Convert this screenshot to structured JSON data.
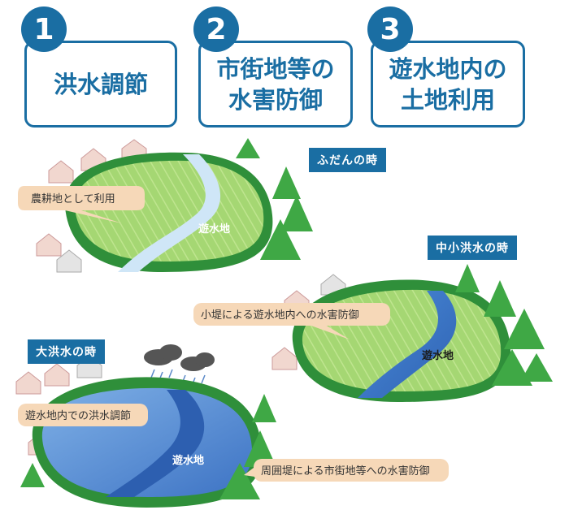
{
  "header": {
    "cards": [
      {
        "number": "1",
        "title": "洪水調節"
      },
      {
        "number": "2",
        "title": "市街地等の\n水害防御"
      },
      {
        "number": "3",
        "title": "遊水地内の\n土地利用"
      }
    ]
  },
  "scenes": {
    "normal": {
      "tag": "ふだんの時",
      "callout": "農耕地として利用",
      "pond_label": "遊水地"
    },
    "medium": {
      "tag": "中小洪水の時",
      "callout": "小堤による遊水地内への水害防御",
      "pond_label": "遊水地"
    },
    "large": {
      "tag": "大洪水の時",
      "callout_left": "遊水地内での洪水調節",
      "callout_right": "周囲堤による市街地等への水害防御",
      "pond_label": "遊水地"
    }
  },
  "colors": {
    "accent": "#1a6ea3",
    "field": "#9fd36b",
    "dike": "#2f8f3a",
    "water": "#3c76c9",
    "callout": "#f6d8b8"
  }
}
